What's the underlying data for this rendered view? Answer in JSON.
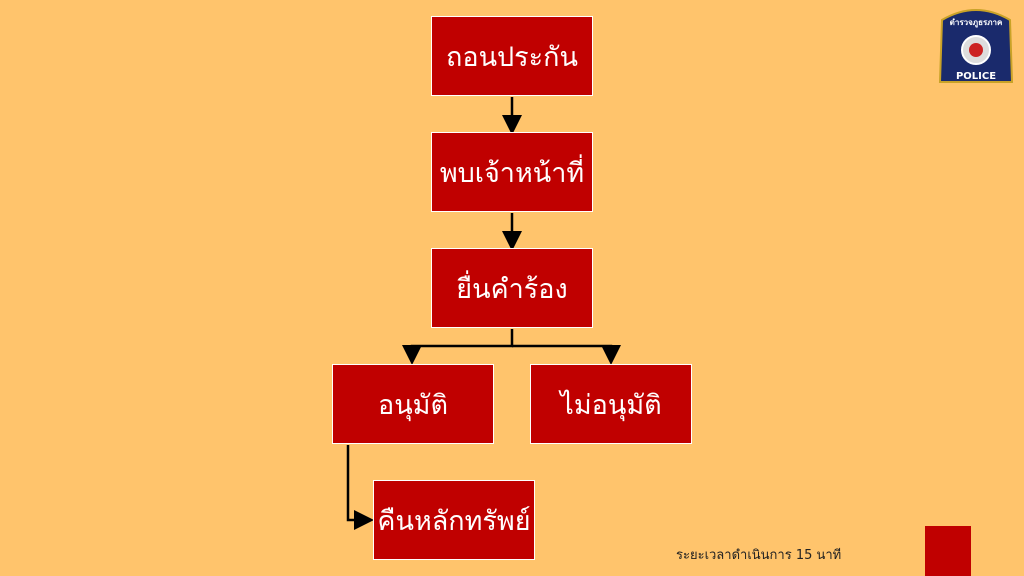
{
  "flow": {
    "step1": "ถอนประกัน",
    "step2": "พบเจ้าหน้าที่",
    "step3": "ยื่นคำร้อง",
    "approved": "อนุมัติ",
    "not_approved": "ไม่อนุมัติ",
    "return_collateral": "คืนหลักทรัพย์"
  },
  "footer": {
    "duration_text": "ระยะเวลาดำเนินการ 15 นาที"
  },
  "logo": {
    "top_text": "ตำรวจภูธรภาค",
    "bottom_text": "POLICE"
  },
  "colors": {
    "background": "#FFC46C",
    "box": "#C00000"
  }
}
